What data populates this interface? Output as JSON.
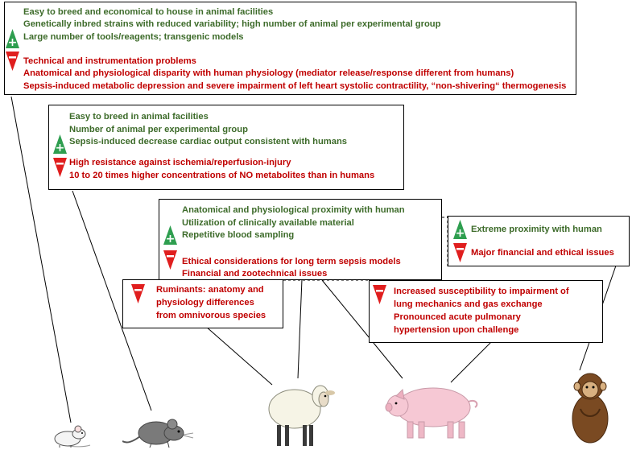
{
  "colors": {
    "pro": "#3d6b2a",
    "con": "#c00000",
    "plus_badge": "#2e9e4f",
    "minus_badge": "#e01e1e"
  },
  "mouse_box": {
    "pros": [
      "Easy to breed and economical to house in animal facilities",
      "Genetically inbred strains with reduced variability; high number of animal per experimental group",
      "Large number of tools/reagents; transgenic models"
    ],
    "cons": [
      "Technical and instrumentation problems",
      "Anatomical and physiological disparity with human physiology  (mediator release/response different from  humans)",
      "Sepsis-induced metabolic depression and  severe impairment of left heart systolic contractility, “non-shivering“ thermogenesis"
    ]
  },
  "rat_box": {
    "pros": [
      "Easy to breed in animal facilities",
      "Number of animal per experimental group",
      "Sepsis-induced decrease cardiac output consistent with humans"
    ],
    "cons": [
      "High resistance against ischemia/reperfusion-injury",
      "10 to 20 times higher concentrations of NO metabolites than in humans"
    ]
  },
  "large_animal_box": {
    "pros": [
      "Anatomical and physiological proximity with human",
      "Utilization of clinically available material",
      "Repetitive blood sampling"
    ],
    "cons": [
      "Ethical considerations for long term sepsis models",
      "Financial and zootechnical issues"
    ]
  },
  "primate_box": {
    "pros": [
      "Extreme  proximity with human"
    ],
    "cons": [
      "Major financial and ethical  issues"
    ]
  },
  "sheep_box": {
    "cons": [
      "Ruminants: anatomy and",
      "physiology differences",
      "from omnivorous species"
    ]
  },
  "pig_box": {
    "cons": [
      "Increased susceptibility to impairment of",
      "lung mechanics and gas exchange",
      "Pronounced acute pulmonary",
      "hypertension upon challenge"
    ]
  },
  "icons": [
    "plus-badge-icon",
    "minus-badge-icon",
    "mouse",
    "rat",
    "sheep",
    "pig",
    "monkey"
  ]
}
